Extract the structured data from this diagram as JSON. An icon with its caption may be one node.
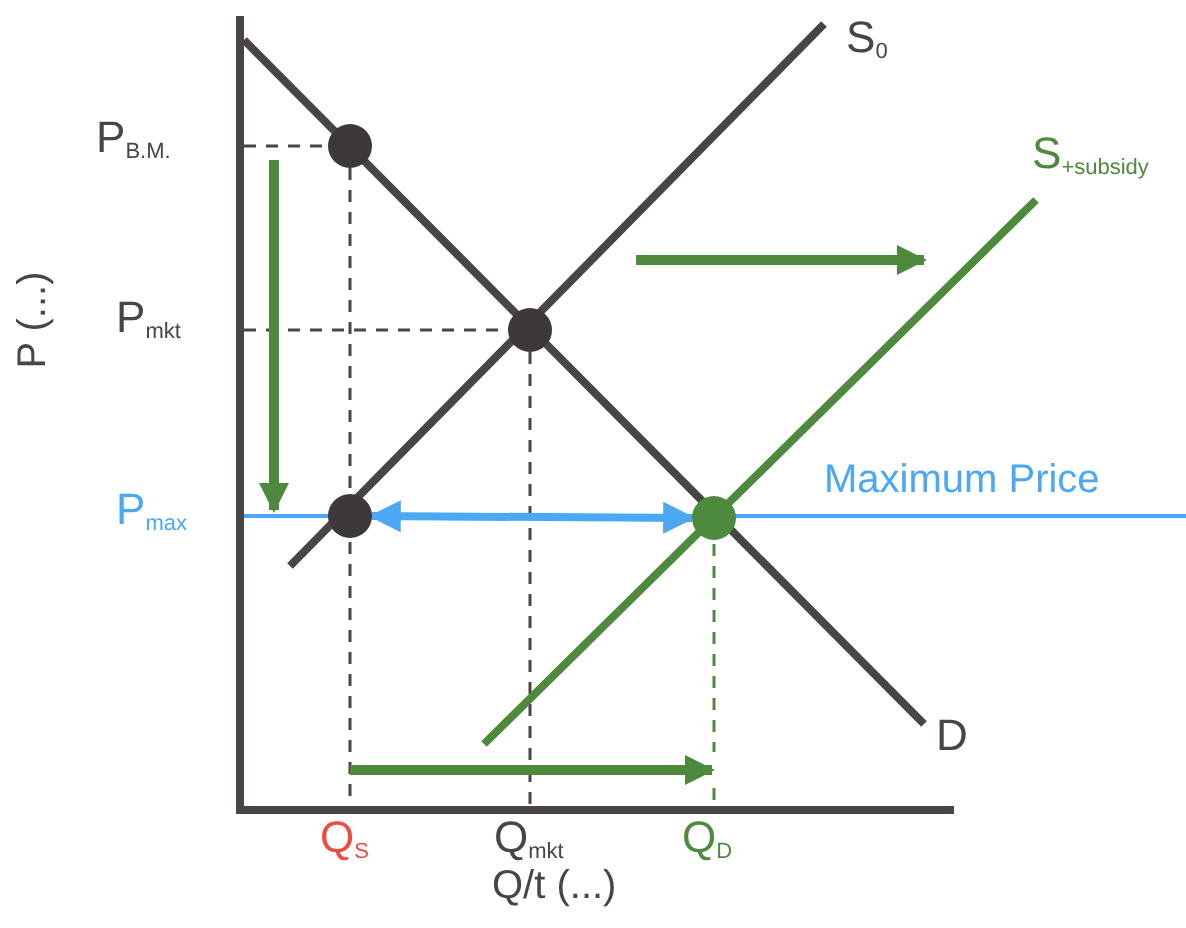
{
  "diagram": {
    "nodes": [
      {
        "text": [],
        "shape": "circle"
      },
      {
        "text": [],
        "shape": "circle"
      },
      {
        "text": [],
        "shape": "circle"
      },
      {
        "text": [],
        "shape": "circle"
      }
    ],
    "edges": [
      {
        "from": 2,
        "to": 3,
        "arrow": "both",
        "color": "#4aa8f5"
      }
    ],
    "labels": [
      "S$_{0}$",
      "S$_{+subsidy}$",
      "P$_{B.M.}$",
      "P$_{mkt}$",
      "Maximum Price",
      "P$_{max}$",
      "P (...)",
      "D",
      "Q$_{S}$",
      "Q$_{mkt}$",
      "Q$_{D}$",
      "Q/t (...)"
    ]
  }
}
